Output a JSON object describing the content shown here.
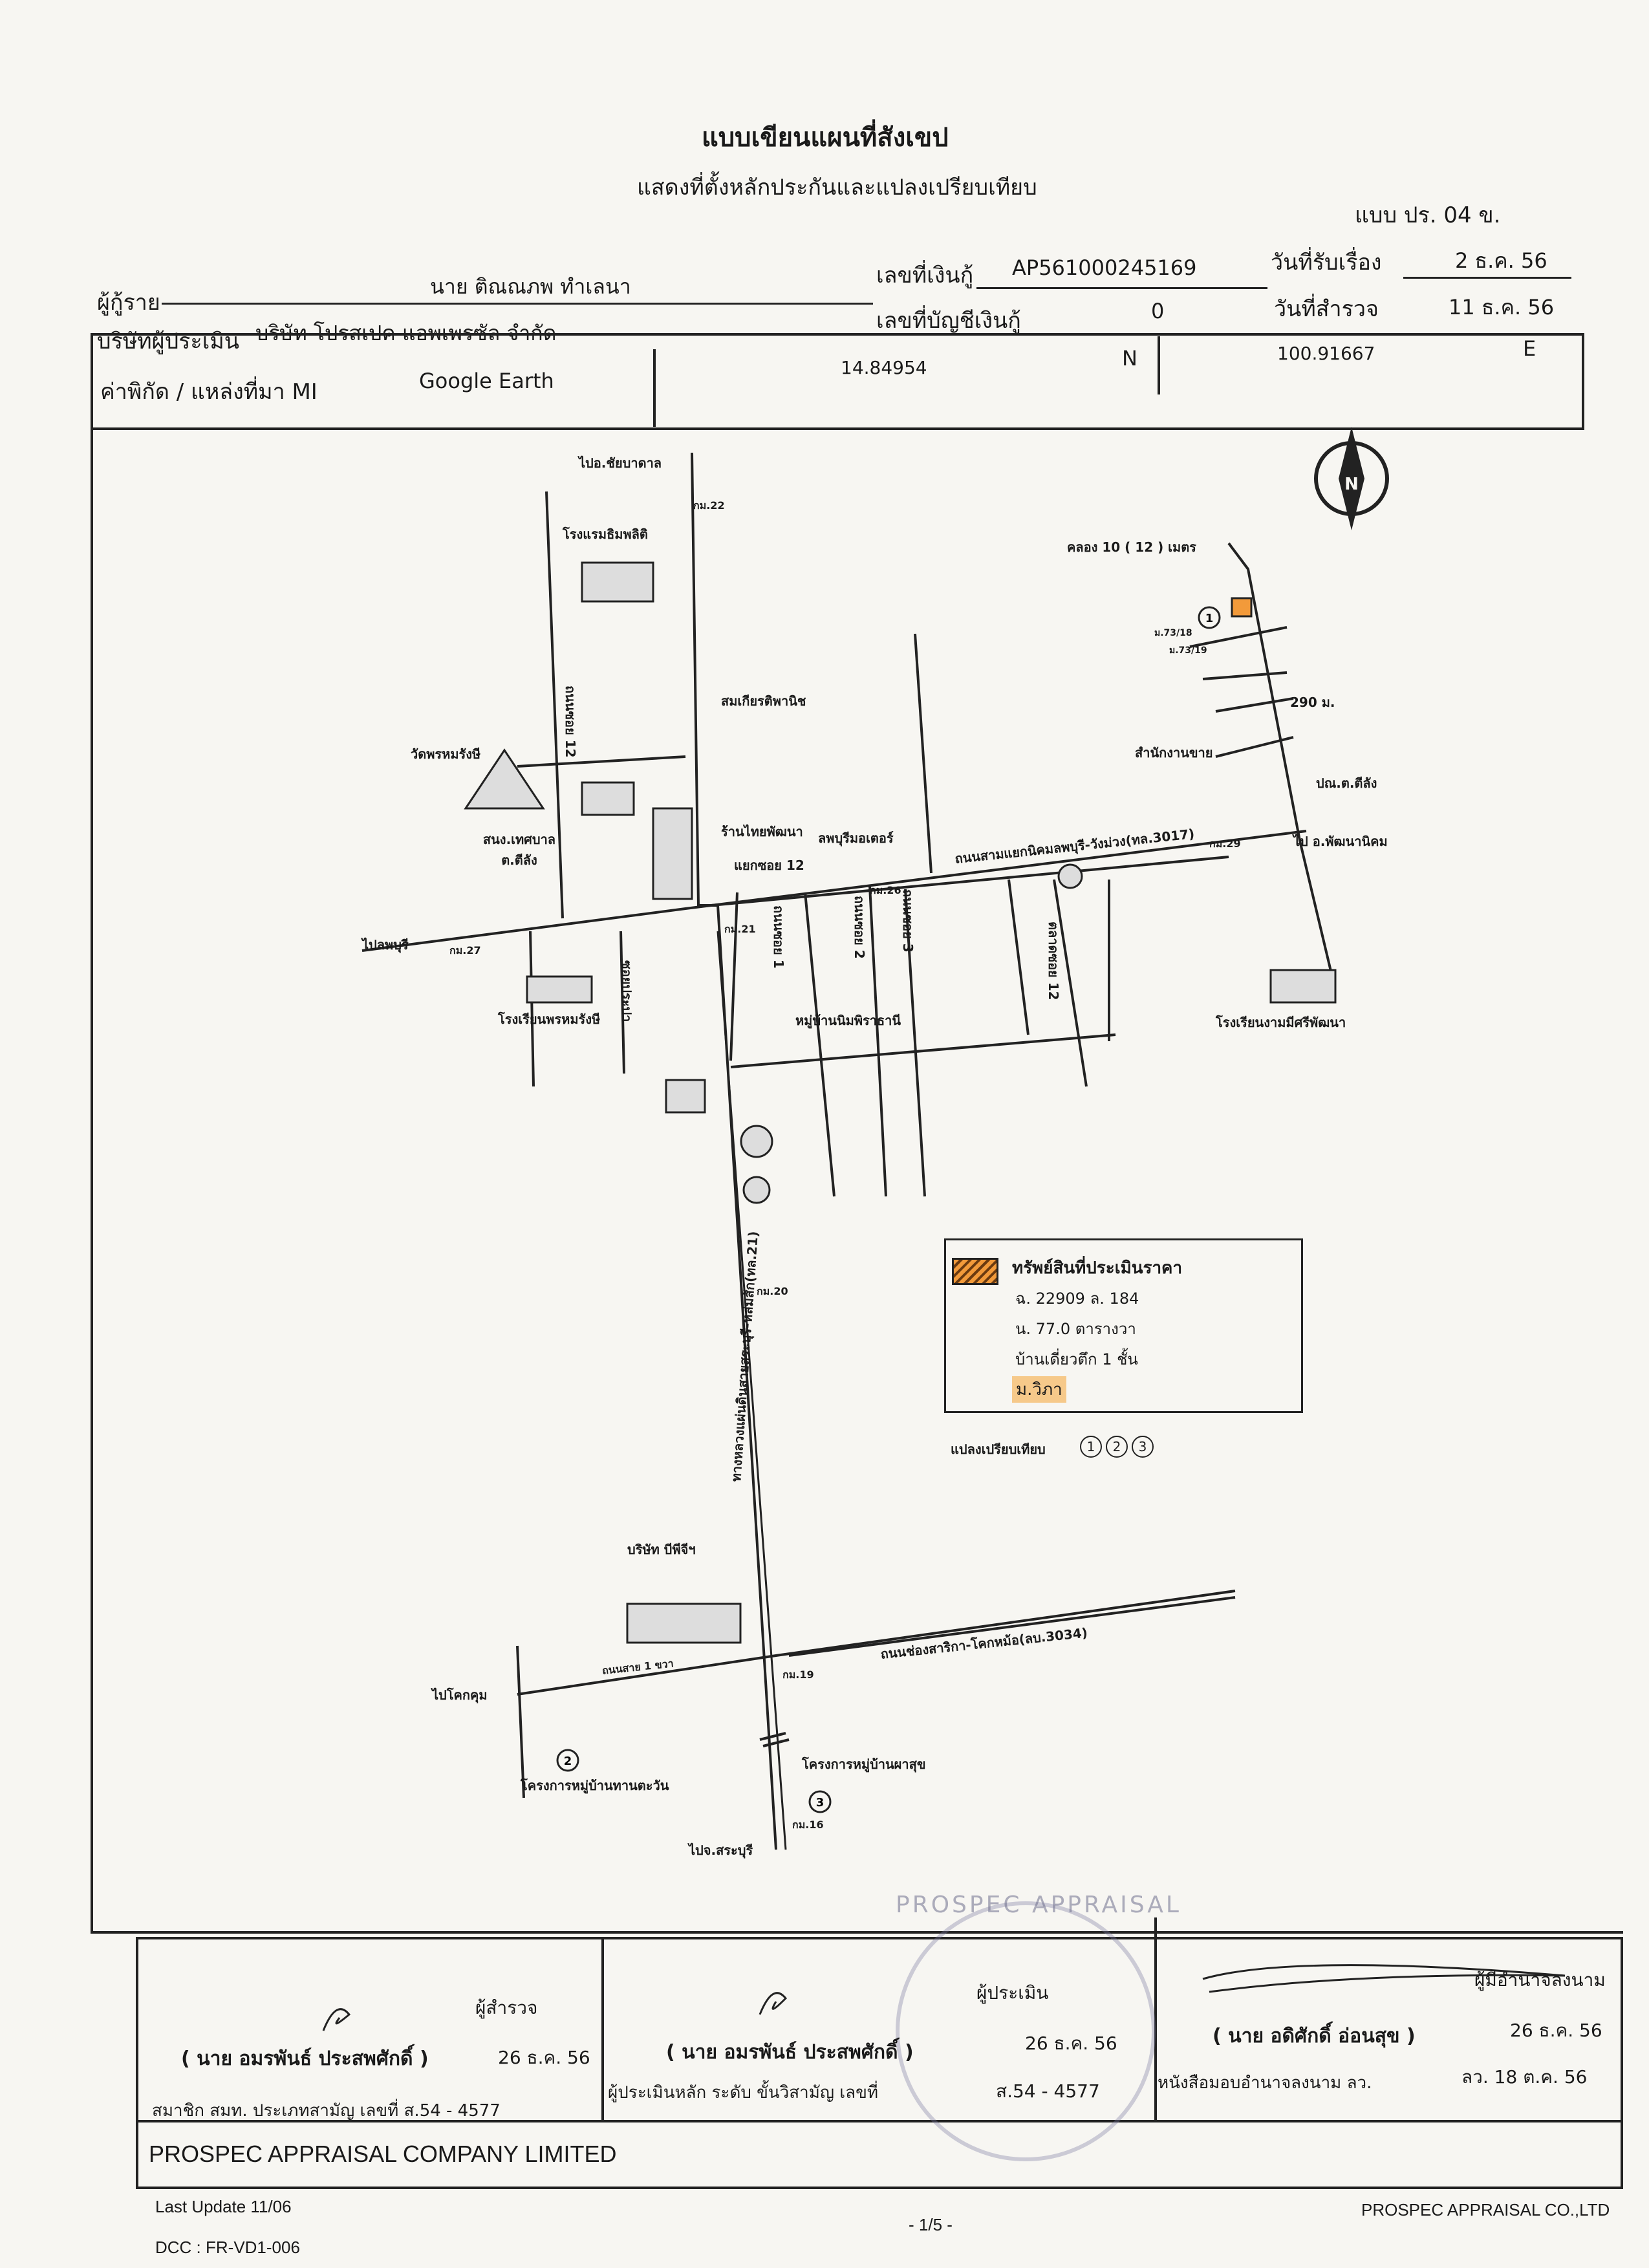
{
  "header": {
    "title": "แบบเขียนแผนที่สังเขป",
    "subtitle": "แสดงที่ตั้งหลักประกันและแปลงเปรียบเทียบ",
    "form_code": "แบบ ปร. 04 ข."
  },
  "info": {
    "applicant_label": "ผู้กู้ราย",
    "applicant_value": "นาย ติณณภพ ทำเลนา",
    "loan_no_label": "เลขที่เงินกู้",
    "loan_no_value": "AP561000245169",
    "received_label": "วันที่รับเรื่อง",
    "received_value": "2 ธ.ค. 56",
    "company_label": "บริษัทผู้ประเมิน",
    "company_value": "บริษัท โปรสเปค แอพเพรซัล จำกัด",
    "account_label": "เลขที่บัญชีเงินกู้",
    "account_value": "0",
    "survey_label": "วันที่สำรวจ",
    "survey_value": "11 ธ.ค. 56",
    "coord_label": "ค่าพิกัด / แหล่งที่มา MI",
    "coord_source": "Google Earth",
    "lat": "14.84954",
    "lat_dir": "N",
    "lon": "100.91667",
    "lon_dir": "E"
  },
  "map": {
    "labels": {
      "to_chaibadan": "ไปอ.ชัยบาดาล",
      "km22": "กม.22",
      "hotel": "โรงแรมธิมพลิติ",
      "soi12": "ถนนซอย 12",
      "shop_somkiat": "สมเกียรติพานิช",
      "temple": "วัดพรหมรังษี",
      "office_tessaban": "สนง.เทศบาล ต.ตีลัง",
      "shop_thaipattana": "ร้านไทยพัฒนา",
      "junction_soi12": "แยกซอย 12",
      "lopburi_motor": "ลพบุรีมอเตอร์",
      "road_3017": "ถนนสามแยกนิคมลพบุรี-วังม่วง(ทล.3017)",
      "km29": "กม.29",
      "to_pattananikhom": "ไป อ.พัฒนานิคม",
      "to_lopburi": "ไปลพบุรี",
      "km27": "กม.27",
      "km21": "กม.21",
      "km26": "กม.26",
      "school_phrom": "โรงเรียนพรหมรังษี",
      "soi_prapa": "ซอยประปา",
      "soi1": "ถนนซอย 1",
      "soi2": "ถนนซอย 2",
      "soi3": "ถนนซอย 3",
      "village_nimnipha": "หมู่บ้านนิมพิราธานี",
      "market_soi12": "ตลาดซอย 12",
      "school_ngam": "โรงเรียนงามมีศรีพัฒนา",
      "canal": "คลอง 10 ( 12 ) เมตร",
      "house_73_18": "ม.73/18",
      "house_73_19": "ม.73/19",
      "dist_290": "290 ม.",
      "sales_office": "สำนักงานขาย",
      "post_office": "ปณ.ต.ตีลัง",
      "highway_21": "ทางหลวงแผ่นดินสายสระบุรี-หล่มสัก(ทล.21)",
      "km20": "กม.20",
      "company_bpc": "บริษัท บีพีจีฯ",
      "soi_sai1": "ถนนสาย 1 ขวา",
      "to_khokkhum": "ไปโคกคุม",
      "road_3034": "ถนนช่องสาริกา-โคกหม้อ(ลบ.3034)",
      "km19": "กม.19",
      "project_thantawan": "โครงการหมู่บ้านทานตะวัน",
      "project_phasuk": "โครงการหมู่บ้านผาสุข",
      "km16": "กม.16",
      "to_saraburi": "ไปจ.สระบุรี",
      "north": "N",
      "marker1": "1",
      "marker2": "2",
      "marker3": "3"
    },
    "legend": {
      "title": "ทรัพย์สินที่ประเมินราคา",
      "deed": "ฉ. 22909 ล. 184",
      "area": "น. 77.0 ตารางวา",
      "type": "บ้านเดี่ยวตึก 1 ชั้น",
      "village": "ม.วิภา"
    },
    "comparables_label": "แปลงเปรียบเทียบ",
    "comparables": [
      "1",
      "2",
      "3"
    ]
  },
  "signatures": {
    "surveyor_role": "ผู้สำรวจ",
    "surveyor_name": "( นาย อมรพันธ์ ประสพศักดิ์ )",
    "surveyor_date": "26 ธ.ค. 56",
    "surveyor_member": "สมาชิก สมท. ประเภทสามัญ เลขที่ ส.54 - 4577",
    "appraiser_role": "ผู้ประเมิน",
    "appraiser_name": "( นาย อมรพันธ์ ประสพศักดิ์ )",
    "appraiser_date": "26 ธ.ค. 56",
    "appraiser_level": "ผู้ประเมินหลัก ระดับ ขั้นวิสามัญ เลขที่",
    "appraiser_no": "ส.54 - 4577",
    "authority_role": "ผู้มีอำนาจลงนาม",
    "authority_name": "( นาย อดิศักดิ์ อ่อนสุข )",
    "authority_date": "26 ธ.ค. 56",
    "authority_letter": "หนังสือมอบอำนาจลงนาม ลว.",
    "authority_letter_date": "ลว. 18 ต.ค. 56"
  },
  "company_footer": "PROSPEC APPRAISAL COMPANY LIMITED",
  "stamp_text": "PROSPEC APPRAISAL",
  "footer": {
    "last_update": "Last Update 11/06",
    "dcc": "DCC : FR-VD1-006",
    "page": "- 1/5 -",
    "company": "PROSPEC APPRAISAL CO.,LTD"
  }
}
